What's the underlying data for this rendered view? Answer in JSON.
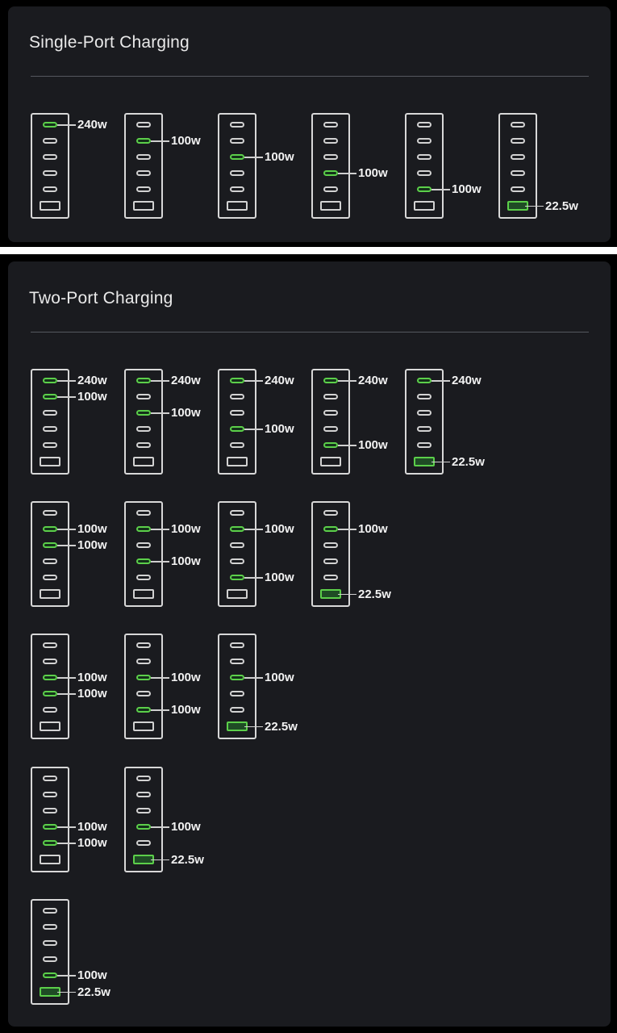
{
  "sections": [
    {
      "id": "single",
      "title": "Single-Port Charging",
      "configs": [
        {
          "active": [
            0
          ],
          "labels": [
            "240w"
          ]
        },
        {
          "active": [
            1
          ],
          "labels": [
            "100w"
          ]
        },
        {
          "active": [
            2
          ],
          "labels": [
            "100w"
          ]
        },
        {
          "active": [
            3
          ],
          "labels": [
            "100w"
          ]
        },
        {
          "active": [
            4
          ],
          "labels": [
            "100w"
          ]
        },
        {
          "active": [
            5
          ],
          "labels": [
            "22.5w"
          ]
        }
      ]
    },
    {
      "id": "two",
      "title": "Two-Port Charging",
      "configs": [
        {
          "active": [
            0,
            1
          ],
          "labels": [
            "240w",
            "100w"
          ]
        },
        {
          "active": [
            0,
            2
          ],
          "labels": [
            "240w",
            "100w"
          ]
        },
        {
          "active": [
            0,
            3
          ],
          "labels": [
            "240w",
            "100w"
          ]
        },
        {
          "active": [
            0,
            4
          ],
          "labels": [
            "240w",
            "100w"
          ]
        },
        {
          "active": [
            0,
            5
          ],
          "labels": [
            "240w",
            "22.5w"
          ]
        },
        {
          "active": [
            1,
            2
          ],
          "labels": [
            "100w",
            "100w"
          ]
        },
        {
          "active": [
            1,
            3
          ],
          "labels": [
            "100w",
            "100w"
          ]
        },
        {
          "active": [
            1,
            4
          ],
          "labels": [
            "100w",
            "100w"
          ]
        },
        {
          "active": [
            1,
            5
          ],
          "labels": [
            "100w",
            "22.5w"
          ]
        },
        {
          "active": [
            2,
            3
          ],
          "labels": [
            "100w",
            "100w"
          ]
        },
        {
          "active": [
            2,
            4
          ],
          "labels": [
            "100w",
            "100w"
          ]
        },
        {
          "active": [
            2,
            5
          ],
          "labels": [
            "100w",
            "22.5w"
          ]
        },
        {
          "active": [
            3,
            4
          ],
          "labels": [
            "100w",
            "100w"
          ]
        },
        {
          "active": [
            3,
            5
          ],
          "labels": [
            "100w",
            "22.5w"
          ]
        },
        {
          "active": [
            4,
            5
          ],
          "labels": [
            "100w",
            "22.5w"
          ]
        }
      ]
    }
  ],
  "ports_per_charger": [
    "usb-c",
    "usb-c",
    "usb-c",
    "usb-c",
    "usb-c",
    "usb-a"
  ],
  "colors": {
    "background": "#000000",
    "panel": "#1a1b1f",
    "active_port": "#5ccf4a",
    "outline": "#d8d8d8",
    "text": "#f2f2f2"
  }
}
